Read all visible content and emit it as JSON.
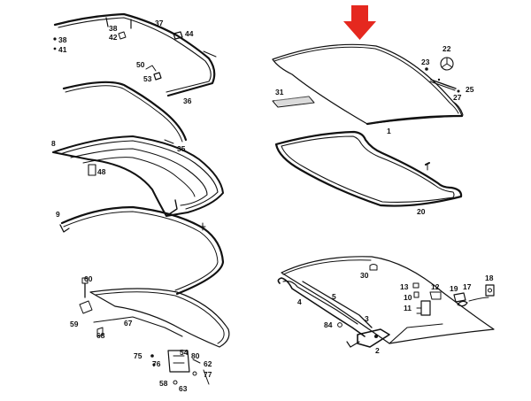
{
  "diagram": {
    "highlight_color": "#e5281f",
    "line_color": "#111111",
    "callouts": [
      {
        "id": "37",
        "text": "37"
      },
      {
        "id": "38a",
        "text": "38"
      },
      {
        "id": "42",
        "text": "42"
      },
      {
        "id": "44",
        "text": "44"
      },
      {
        "id": "38b",
        "text": "38"
      },
      {
        "id": "41",
        "text": "41"
      },
      {
        "id": "50",
        "text": "50"
      },
      {
        "id": "53",
        "text": "53"
      },
      {
        "id": "36",
        "text": "36"
      },
      {
        "id": "35",
        "text": "35"
      },
      {
        "id": "8",
        "text": "8"
      },
      {
        "id": "48",
        "text": "48"
      },
      {
        "id": "9",
        "text": "9"
      },
      {
        "id": "60",
        "text": "60"
      },
      {
        "id": "59",
        "text": "59"
      },
      {
        "id": "67",
        "text": "67"
      },
      {
        "id": "68",
        "text": "68"
      },
      {
        "id": "75",
        "text": "75"
      },
      {
        "id": "76",
        "text": "76"
      },
      {
        "id": "54",
        "text": "54"
      },
      {
        "id": "80",
        "text": "80"
      },
      {
        "id": "62",
        "text": "62"
      },
      {
        "id": "77",
        "text": "77"
      },
      {
        "id": "58",
        "text": "58"
      },
      {
        "id": "63",
        "text": "63"
      },
      {
        "id": "22",
        "text": "22"
      },
      {
        "id": "23",
        "text": "23"
      },
      {
        "id": "25",
        "text": "25"
      },
      {
        "id": "27",
        "text": "27"
      },
      {
        "id": "31",
        "text": "31"
      },
      {
        "id": "1",
        "text": "1"
      },
      {
        "id": "20",
        "text": "20"
      },
      {
        "id": "30",
        "text": "30"
      },
      {
        "id": "4",
        "text": "4"
      },
      {
        "id": "5",
        "text": "5"
      },
      {
        "id": "13",
        "text": "13"
      },
      {
        "id": "12",
        "text": "12"
      },
      {
        "id": "10",
        "text": "10"
      },
      {
        "id": "11",
        "text": "11"
      },
      {
        "id": "19",
        "text": "19"
      },
      {
        "id": "17",
        "text": "17"
      },
      {
        "id": "18",
        "text": "18"
      },
      {
        "id": "3",
        "text": "3"
      },
      {
        "id": "84",
        "text": "84"
      },
      {
        "id": "2",
        "text": "2"
      }
    ]
  }
}
